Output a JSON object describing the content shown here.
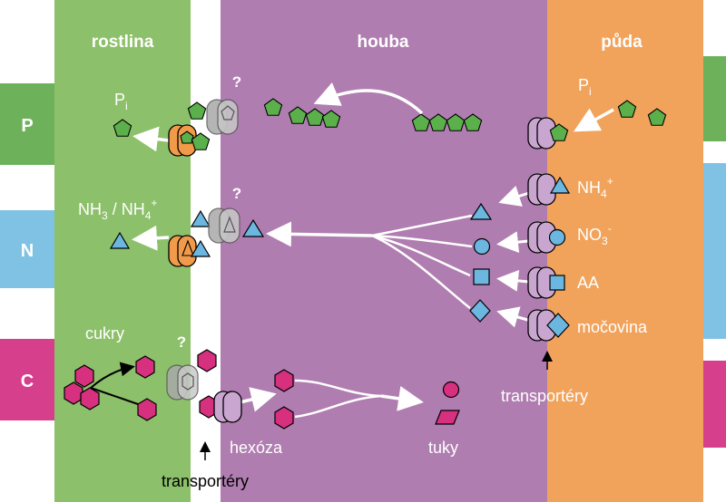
{
  "colors": {
    "plant": "#8dc06a",
    "fungus": "#b07db0",
    "soil": "#f1a35c",
    "p_row": "#6db25b",
    "n_row": "#7fc2e4",
    "c_row": "#d63f8c",
    "phosphate": "#5bb04b",
    "nitrogen": "#6cb7e0",
    "sugar": "#d6307f",
    "transporter_gray": "#a9a9a9",
    "transporter_orange": "#f19a4a",
    "transporter_purple": "#c9a6d0",
    "arrow": "#ffffff"
  },
  "headers": {
    "plant": "rostlina",
    "fungus": "houba",
    "soil": "půda"
  },
  "rows": {
    "p": "P",
    "n": "N",
    "c": "C"
  },
  "labels": {
    "pi_plant_base": "P",
    "pi_plant_sub": "i",
    "pi_soil_base": "P",
    "pi_soil_sub": "i",
    "nh3_plant": "NH",
    "nh3_sub": "3",
    "nh3_sep": " / NH",
    "nh4_plant_sub": "4",
    "nh4_plant_sup": "+",
    "nh4_soil": "NH",
    "nh4_soil_sub": "4",
    "nh4_soil_sup": "+",
    "no3_soil": "NO",
    "no3_sub": "3",
    "no3_sup": "-",
    "aa": "AA",
    "urea": "močovina",
    "sugars": "cukry",
    "hexose": "hexóza",
    "lipids": "tuky",
    "transporters_plant": "transportéry",
    "transporters_soil": "transportéry",
    "q1": "?",
    "q2": "?",
    "q3": "?"
  }
}
